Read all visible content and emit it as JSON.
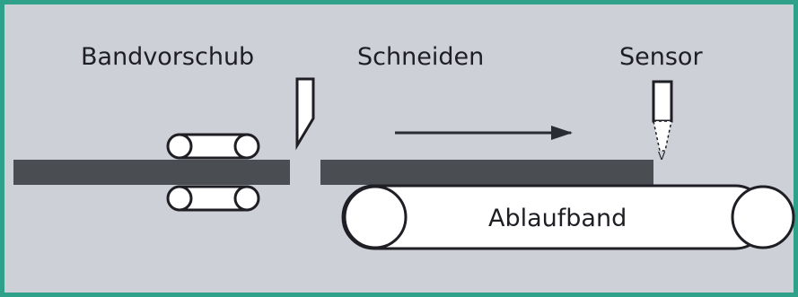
{
  "labels": {
    "feed": "Bandvorschub",
    "cut": "Schneiden",
    "sensor": "Sensor",
    "conveyor": "Ablaufband"
  },
  "colors": {
    "frame": "#2fa08a",
    "background": "#cdd0d6",
    "strip": "#4a4d52",
    "outline": "#1e1e24",
    "part_fill": "#ffffff"
  },
  "icons": {
    "direction": "arrow-right-icon",
    "knife": "cutting-blade-icon",
    "sensor": "sensor-icon"
  }
}
